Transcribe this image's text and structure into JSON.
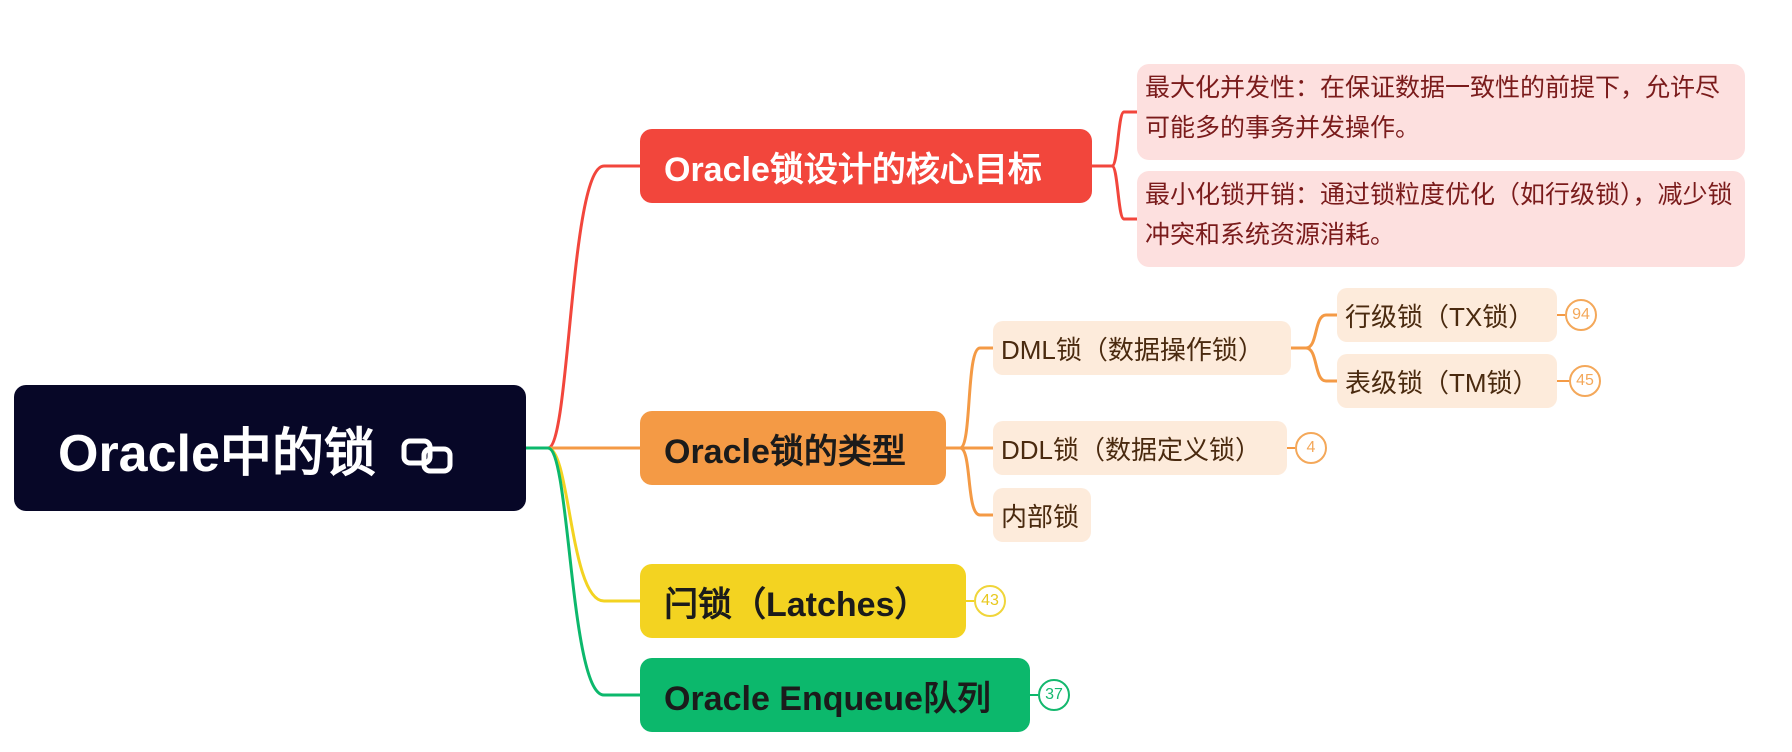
{
  "root": {
    "label": "Oracle中的锁",
    "icon": "link-icon"
  },
  "branches": {
    "goals": {
      "label": "Oracle锁设计的核心目标",
      "notes": [
        "最大化并发性：在保证数据一致性的前提下，允许尽可能多的事务并发操作。",
        "最小化锁开销：通过锁粒度优化（如行级锁），减少锁冲突和系统资源消耗。"
      ]
    },
    "types": {
      "label": "Oracle锁的类型",
      "dml": {
        "label": "DML锁（数据操作锁）",
        "children": [
          {
            "label": "行级锁（TX锁）",
            "count": "94"
          },
          {
            "label": "表级锁（TM锁）",
            "count": "45"
          }
        ]
      },
      "ddl": {
        "label": "DDL锁（数据定义锁）",
        "count": "4"
      },
      "internal": {
        "label": "内部锁"
      }
    },
    "latches": {
      "label": "闩锁（Latches）",
      "count": "43"
    },
    "enqueue": {
      "label": "Oracle Enqueue队列",
      "count": "37"
    }
  },
  "colors": {
    "root": "#070727",
    "red": "#f2463c",
    "orange": "#f49a45",
    "yellow": "#f3d321",
    "green": "#0cb86c",
    "note_bg": "#fde0df",
    "sub_bg": "#fdebdb"
  }
}
